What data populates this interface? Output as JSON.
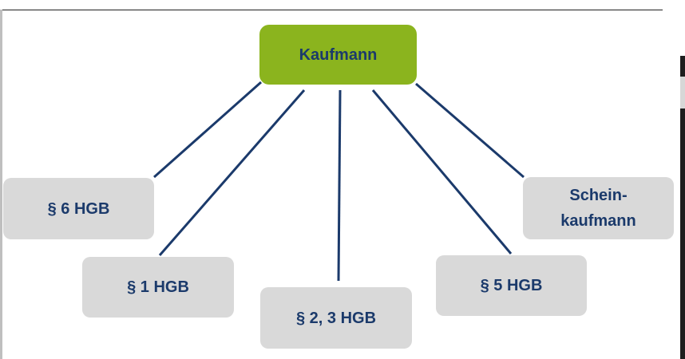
{
  "diagram": {
    "root": {
      "label": "Kaufmann"
    },
    "children": [
      {
        "id": "p6",
        "label": "§ 6 HGB"
      },
      {
        "id": "p1",
        "label": "§ 1 HGB"
      },
      {
        "id": "p23",
        "label": "§ 2, 3 HGB"
      },
      {
        "id": "p5",
        "label": "§ 5 HGB"
      },
      {
        "id": "schein",
        "label": "Schein-\nkaufmann"
      }
    ]
  },
  "colors": {
    "root_fill": "#8bb41e",
    "child_fill": "#d9d9d9",
    "text": "#1b3a6b",
    "connector": "#1b3a6b"
  }
}
